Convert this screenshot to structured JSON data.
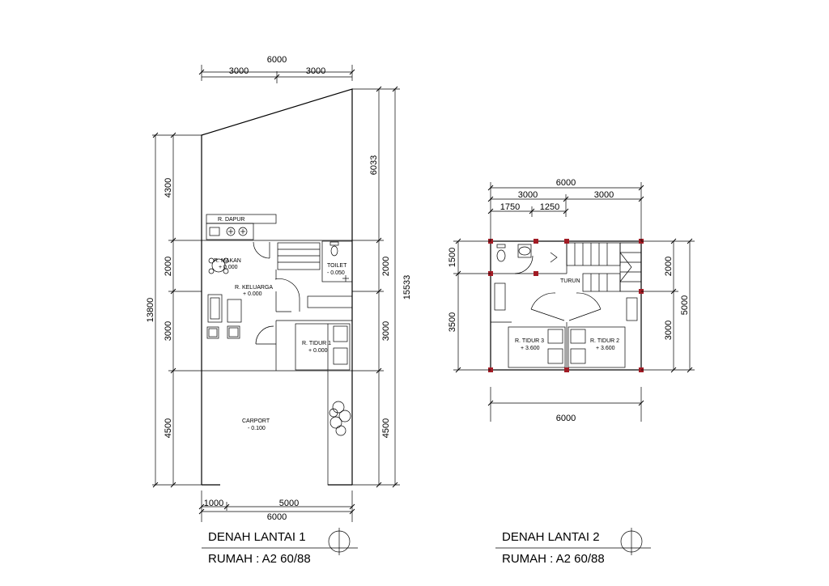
{
  "floor1": {
    "dims": {
      "top_total": "6000",
      "top_half_left": "3000",
      "top_half_right": "3000",
      "left_d1": "4300",
      "left_d2": "2000",
      "left_d3": "3000",
      "left_d4": "4500",
      "left_total": "13800",
      "right_d1": "6033",
      "right_d2": "2000",
      "right_d3": "3000",
      "right_d4": "4500",
      "right_total": "15533",
      "bottom_a": "1000",
      "bottom_b": "5000",
      "bottom_total": "6000"
    },
    "rooms": {
      "dapur": "R. DAPUR",
      "makan": "R. MAKAN",
      "makan_level": "+ 0.000",
      "keluarga": "R. KELUARGA",
      "keluarga_level": "+ 0.000",
      "toilet": "TOILET",
      "toilet_level": "- 0.050",
      "tidur1": "R. TIDUR 1",
      "tidur1_level": "+ 0.000",
      "carport": "CARPORT",
      "carport_level": "- 0.100"
    },
    "title": "DENAH LANTAI 1",
    "subtitle": "RUMAH : A2 60/88"
  },
  "floor2": {
    "dims": {
      "top_total": "6000",
      "top_half_left": "3000",
      "top_half_right": "3000",
      "top_a": "1750",
      "top_b": "1250",
      "left_d1": "1500",
      "left_d2": "3500",
      "right_d1": "2000",
      "right_d2": "3000",
      "right_total": "5000",
      "bottom_total": "6000"
    },
    "rooms": {
      "turun": "TURUN",
      "tidur3": "R. TIDUR 3",
      "tidur3_level": "+ 3.600",
      "tidur2": "R. TIDUR 2",
      "tidur2_level": "+ 3.600"
    },
    "title": "DENAH LANTAI 2",
    "subtitle": "RUMAH : A2 60/88"
  },
  "colors": {
    "line": "#000000",
    "column": "#a11b24"
  }
}
